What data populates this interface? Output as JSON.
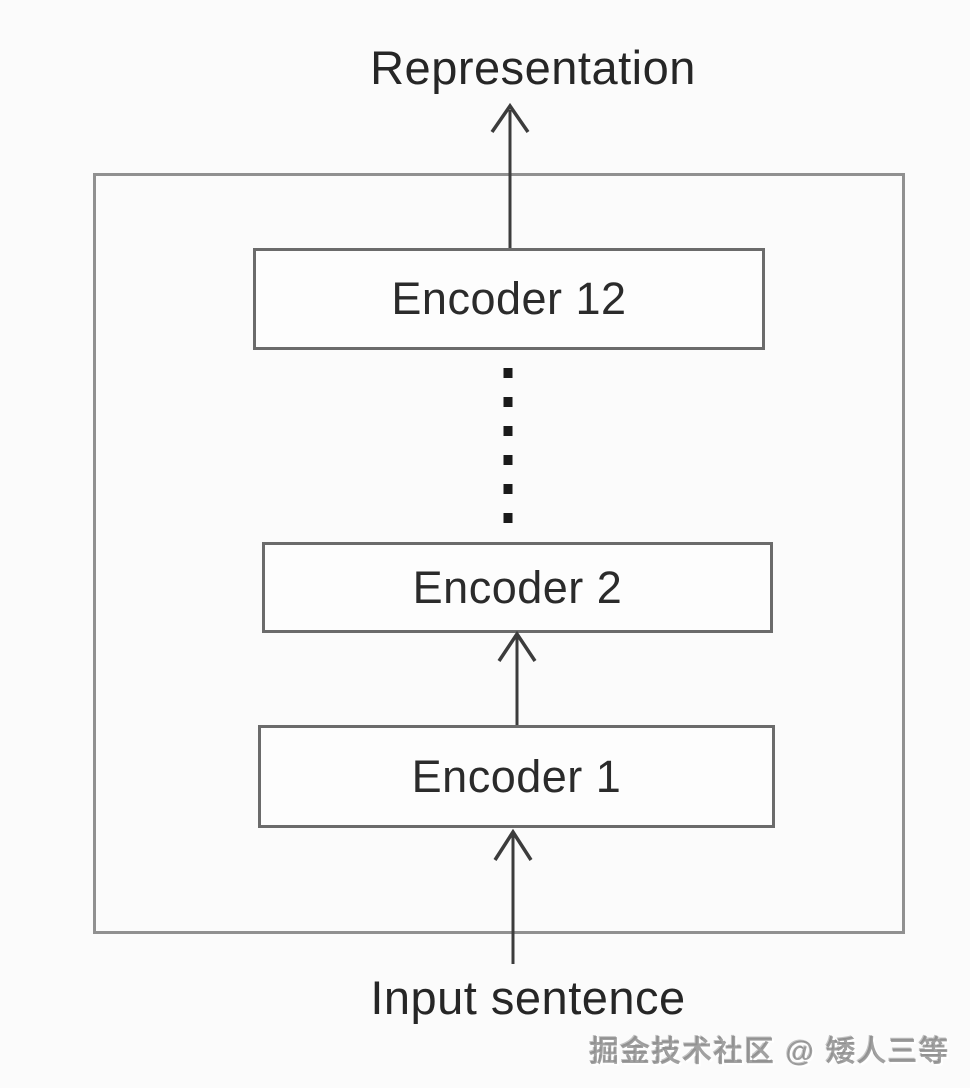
{
  "diagram": {
    "output_label": "Representation",
    "input_label": "Input sentence",
    "encoders": [
      {
        "label": "Encoder 12"
      },
      {
        "label": "Encoder 2"
      },
      {
        "label": "Encoder 1"
      }
    ],
    "ellipsis_between": "Encoder 12 ... Encoder 2 (dotted line for hidden layers)"
  },
  "watermark": {
    "text": "掘金技术社区 @ 矮人三等"
  },
  "colors": {
    "background": "#fbfbfb",
    "text": "#262626",
    "encoder_border": "#6b6b6b",
    "outer_border": "#909090",
    "arrow": "#3c3c3c",
    "dots": "#1a1a1a"
  }
}
